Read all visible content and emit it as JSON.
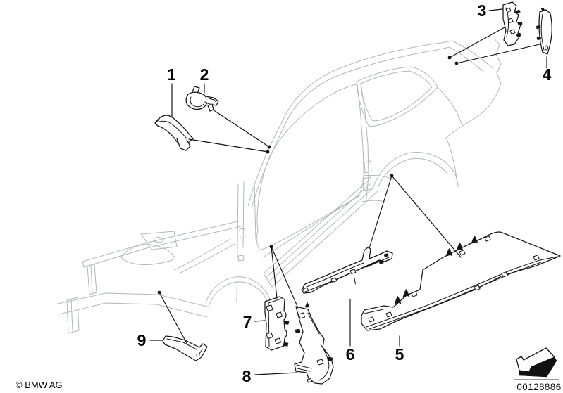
{
  "callouts": [
    {
      "label": "1"
    },
    {
      "label": "2"
    },
    {
      "label": "3"
    },
    {
      "label": "4"
    },
    {
      "label": "5"
    },
    {
      "label": "6"
    },
    {
      "label": "7"
    },
    {
      "label": "8"
    },
    {
      "label": "9"
    }
  ],
  "footer": {
    "copyright": "© BMW AG",
    "diagram_code": "00128886"
  },
  "icons": {
    "direction_arrow": "3d-arrow-pointing-lower-left"
  },
  "colors": {
    "background": "#ffffff",
    "body_line": "#b3b7b9",
    "part_line": "#161616",
    "text": "#000000",
    "icon_box_border": "#9a9a9a"
  }
}
